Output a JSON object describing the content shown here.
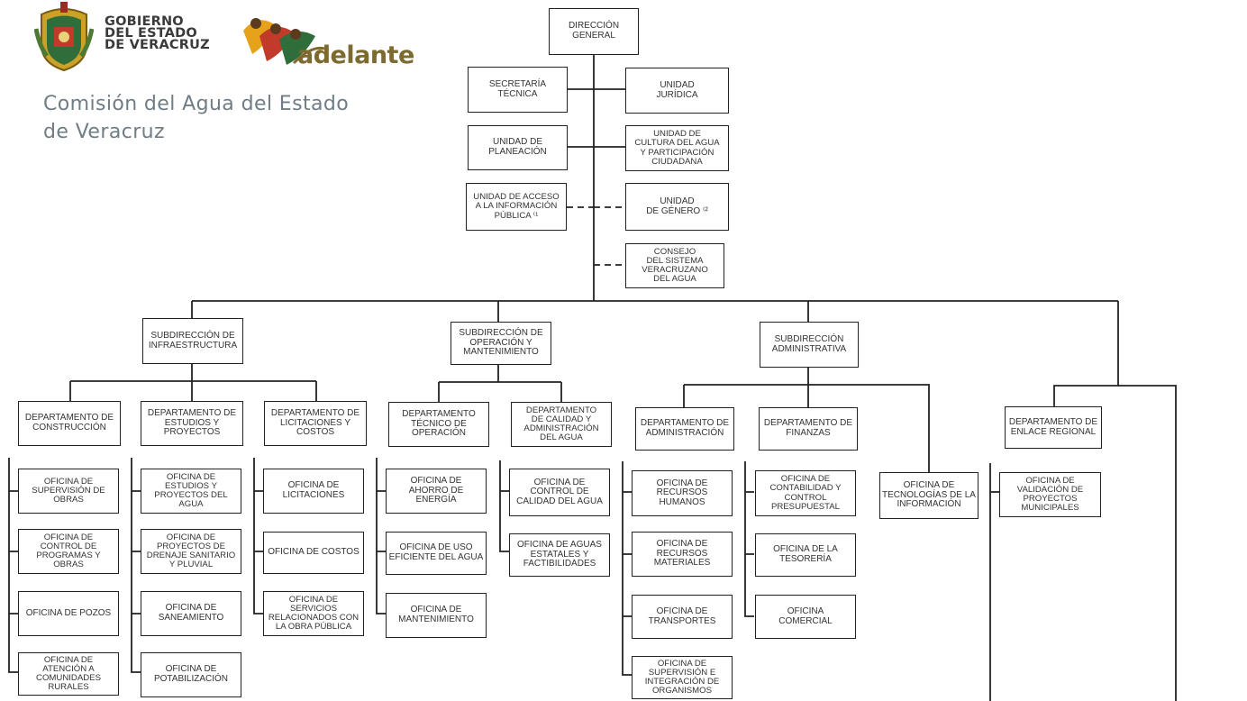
{
  "header": {
    "government": "GOBIERNO\nDEL ESTADO\nDE VERACRUZ",
    "slogan": "adelante",
    "organization": "Comisión del Agua del Estado\nde Veracruz"
  },
  "org_chart": {
    "direccion_general": "DIRECCIÓN\nGENERAL",
    "secretaria_tecnica": "SECRETARÍA\nTÉCNICA",
    "unidad_juridica": "UNIDAD\nJURÍDICA",
    "unidad_planeacion": "UNIDAD DE\nPLANEACIÓN",
    "unidad_cultura": "UNIDAD DE\nCULTURA DEL AGUA\nY PARTICIPACIÓN\nCIUDADANA",
    "unidad_acceso": "UNIDAD DE ACCESO\nA LA INFORMACIÓN\nPÚBLICA ⁽¹",
    "unidad_genero": "UNIDAD\nDE GÉNERO ⁽²",
    "consejo": "CONSEJO\nDEL SISTEMA\nVERACRUZANO\nDEL AGUA",
    "sub_infraestructura": "SUBDIRECCIÓN DE\nINFRAESTRUCTURA",
    "sub_operacion": "SUBDIRECCIÓN DE\nOPERACIÓN Y\nMANTENIMIENTO",
    "sub_administrativa": "SUBDIRECCIÓN\nADMINISTRATIVA",
    "depto_construccion": "DEPARTAMENTO DE\nCONSTRUCCIÓN",
    "depto_estudios": "DEPARTAMENTO DE\nESTUDIOS Y\nPROYECTOS",
    "depto_licitaciones": "DEPARTAMENTO DE\nLICITACIONES Y\nCOSTOS",
    "depto_tecnico": "DEPARTAMENTO\nTÉCNICO DE\nOPERACIÓN",
    "depto_calidad": "DEPARTAMENTO\nDE CALIDAD Y\nADMINISTRACIÓN\nDEL AGUA",
    "depto_administracion": "DEPARTAMENTO DE\nADMINISTRACIÓN",
    "depto_finanzas": "DEPARTAMENTO DE\nFINANZAS",
    "depto_enlace": "DEPARTAMENTO DE\nENLACE REGIONAL",
    "of_supervision_obras": "OFICINA DE\nSUPERVISIÓN DE\nOBRAS",
    "of_control_programas": "OFICINA DE\nCONTROL DE\nPROGRAMAS Y\nOBRAS",
    "of_pozos": "OFICINA DE POZOS",
    "of_atencion": "OFICINA DE\nATENCIÓN A\nCOMUNIDADES\nRURALES",
    "of_estudios_agua": "OFICINA DE\nESTUDIOS Y\nPROYECTOS DEL\nAGUA",
    "of_drenaje": "OFICINA DE\nPROYECTOS DE\nDRENAJE SANITARIO\nY PLUVIAL",
    "of_saneamiento": "OFICINA DE\nSANEAMIENTO",
    "of_potabilizacion": "OFICINA DE\nPOTABILIZACIÓN",
    "of_licitaciones": "OFICINA DE\nLICITACIONES",
    "of_costos": "OFICINA DE COSTOS",
    "of_servicios": "OFICINA DE\nSERVICIOS\nRELACIONADOS CON\nLA OBRA PÚBLICA",
    "of_ahorro": "OFICINA DE\nAHORRO DE\nENERGÍA",
    "of_uso_eficiente": "OFICINA DE USO\nEFICIENTE DEL AGUA",
    "of_mantenimiento": "OFICINA DE\nMANTENIMIENTO",
    "of_control_calidad": "OFICINA DE\nCONTROL DE\nCALIDAD DEL AGUA",
    "of_aguas_estatales": "OFICINA DE AGUAS\nESTATALES Y\nFACTIBILIDADES",
    "of_rh": "OFICINA DE\nRECURSOS\nHUMANOS",
    "of_rm": "OFICINA DE\nRECURSOS\nMATERIALES",
    "of_transportes": "OFICINA DE\nTRANSPORTES",
    "of_supervision_organismos": "OFICINA DE\nSUPERVISIÓN E\nINTEGRACIÓN DE\nORGANISMOS",
    "of_contabilidad": "OFICINA DE\nCONTABILIDAD Y\nCONTROL\nPRESUPUESTAL",
    "of_tesoreria": "OFICINA DE LA\nTESORERÍA",
    "of_comercial": "OFICINA\nCOMERCIAL",
    "of_tecnologias": "OFICINA DE\nTECNOLOGÍAS DE LA\nINFORMACIÓN",
    "of_validacion": "OFICINA DE\nVALIDACIÓN DE\nPROYECTOS\nMUNICIPALES"
  }
}
